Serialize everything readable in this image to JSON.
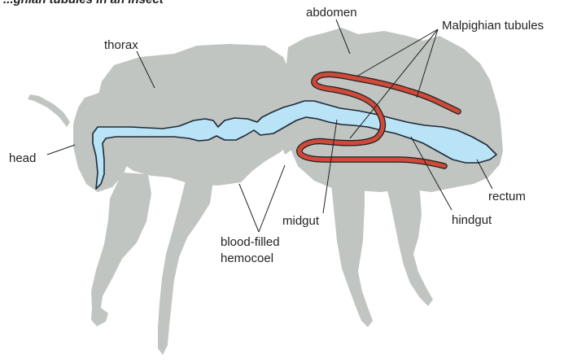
{
  "figure": {
    "title": "...ghian tubules in an insect"
  },
  "labels": {
    "abdomen": "abdomen",
    "malpighian": "Malpighian tubules",
    "thorax": "thorax",
    "head": "head",
    "rectum": "rectum",
    "hindgut": "hindgut",
    "midgut": "midgut",
    "hemocoel_line1": "blood-filled",
    "hemocoel_line2": "hemocoel"
  },
  "colors": {
    "body": "#c0c5c2",
    "gut": "#b9e3f6",
    "tubules": "#cf4a38"
  }
}
